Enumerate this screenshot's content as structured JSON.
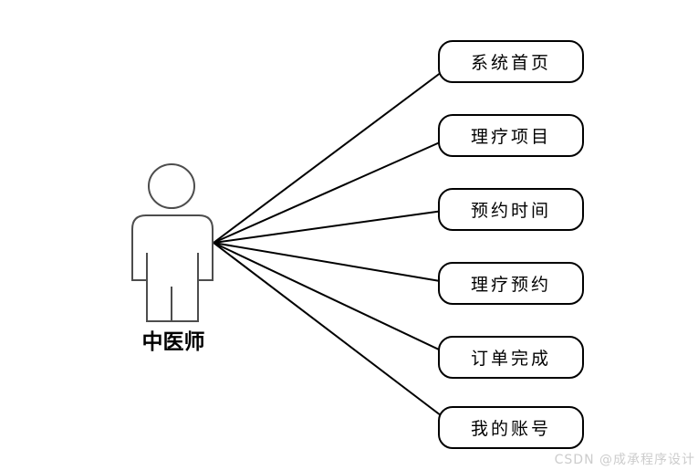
{
  "diagram": {
    "type": "use-case-diagram",
    "actor": {
      "label": "中医师"
    },
    "usecases": [
      {
        "label": "系统首页"
      },
      {
        "label": "理疗项目"
      },
      {
        "label": "预约时间"
      },
      {
        "label": "理疗预约"
      },
      {
        "label": "订单完成"
      },
      {
        "label": "我的账号"
      }
    ],
    "edges": [
      {
        "from": "中医师",
        "to": "系统首页"
      },
      {
        "from": "中医师",
        "to": "理疗项目"
      },
      {
        "from": "中医师",
        "to": "预约时间"
      },
      {
        "from": "中医师",
        "to": "理疗预约"
      },
      {
        "from": "中医师",
        "to": "订单完成"
      },
      {
        "from": "中医师",
        "to": "我的账号"
      }
    ],
    "watermark": "CSDN @成承程序设计",
    "colors": {
      "background": "#ffffff",
      "association_line": "#000000",
      "node_border": "#000000",
      "node_fill": "#ffffff",
      "actor_outline": "#4d4d4d",
      "watermark_text": "#cccccc"
    }
  }
}
